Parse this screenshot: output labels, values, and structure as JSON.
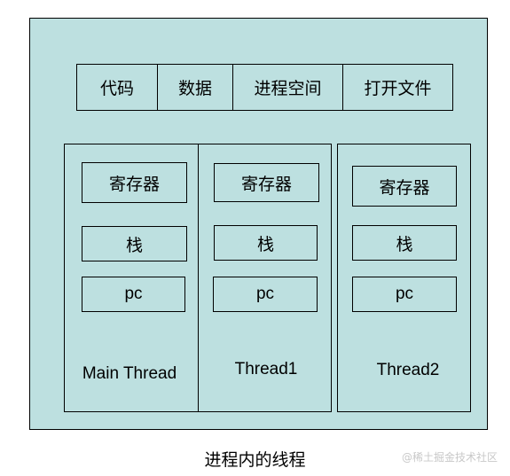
{
  "process_resources": [
    "代码",
    "数据",
    "进程空间",
    "打开文件"
  ],
  "threads": [
    {
      "name": "Main Thread",
      "items": [
        "寄存器",
        "栈",
        "pc"
      ]
    },
    {
      "name": "Thread1",
      "items": [
        "寄存器",
        "栈",
        "pc"
      ]
    },
    {
      "name": "Thread2",
      "items": [
        "寄存器",
        "栈",
        "pc"
      ]
    }
  ],
  "caption": "进程内的线程",
  "watermark": "@稀土掘金技术社区",
  "colors": {
    "process_background": "#bde0e0",
    "stroke": "#000000"
  }
}
